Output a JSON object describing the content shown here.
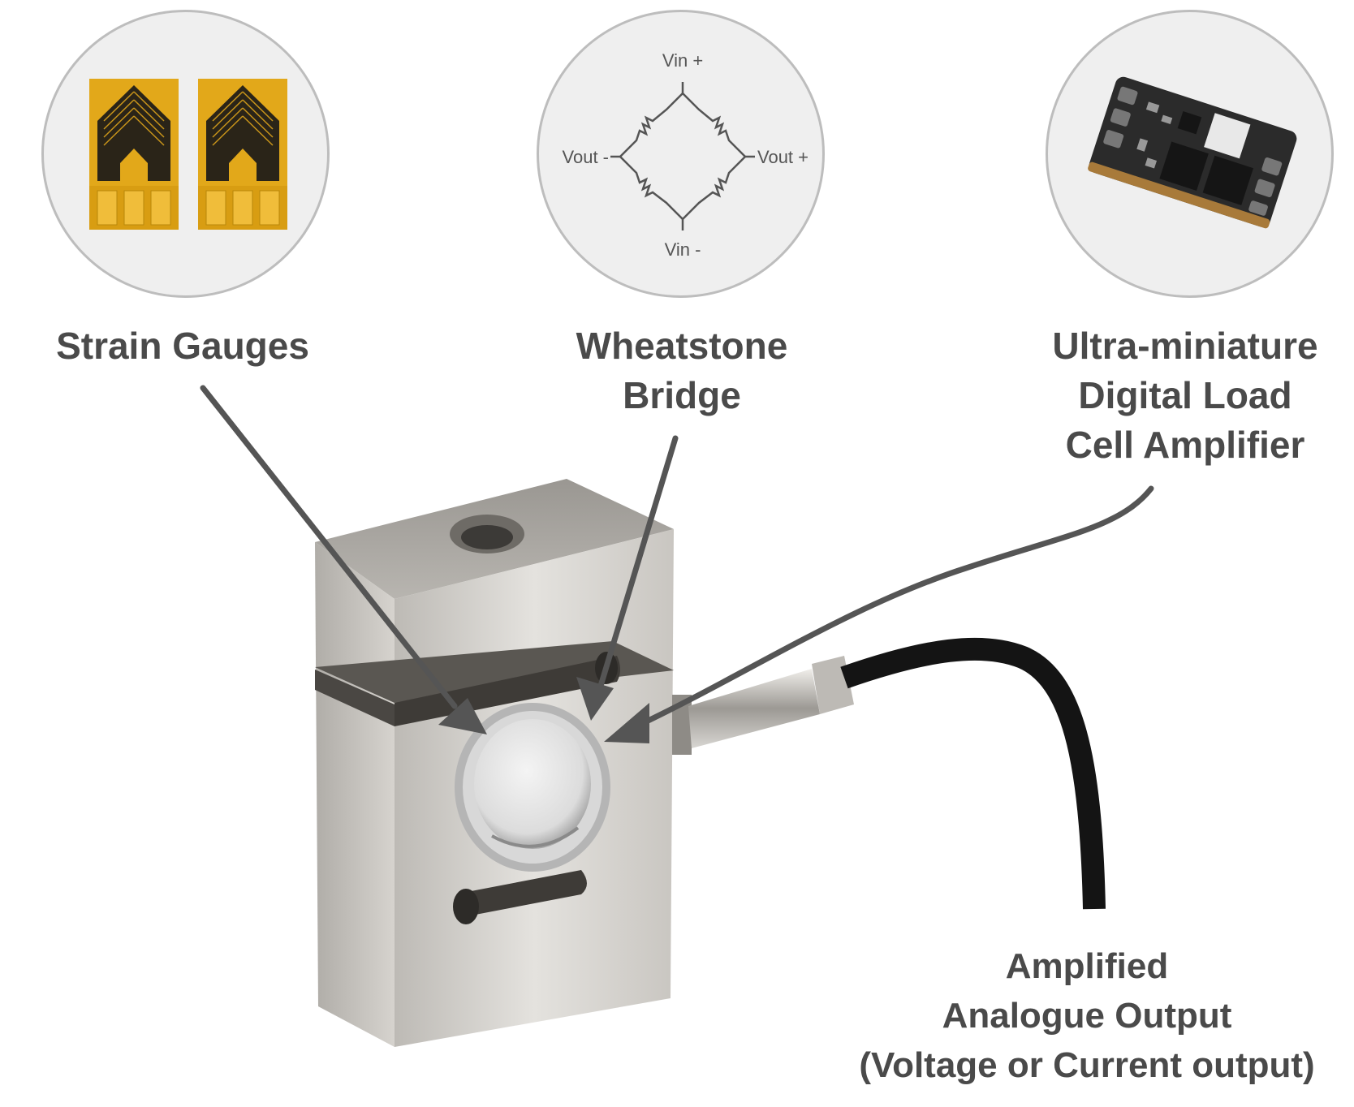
{
  "circles": {
    "bridge": {
      "vin_plus": "Vin +",
      "vin_minus": "Vin -",
      "vout_plus": "Vout +",
      "vout_minus": "Vout -"
    }
  },
  "labels": {
    "strain_gauges": "Strain Gauges",
    "wheatstone_line1": "Wheatstone",
    "wheatstone_line2": "Bridge",
    "amplifier_line1": "Ultra-miniature",
    "amplifier_line2": "Digital Load",
    "amplifier_line3": "Cell Amplifier",
    "output_line1": "Amplified",
    "output_line2": "Analogue Output",
    "output_line3": "(Voltage or Current output)"
  },
  "colors": {
    "text": "#4a4a4a",
    "arrow": "#555555",
    "circle_border": "#bdbdbd",
    "circle_fill": "#efefef",
    "gauge_gold": "#e2a81a",
    "metal": "#cfccc7",
    "cable": "#141414"
  }
}
